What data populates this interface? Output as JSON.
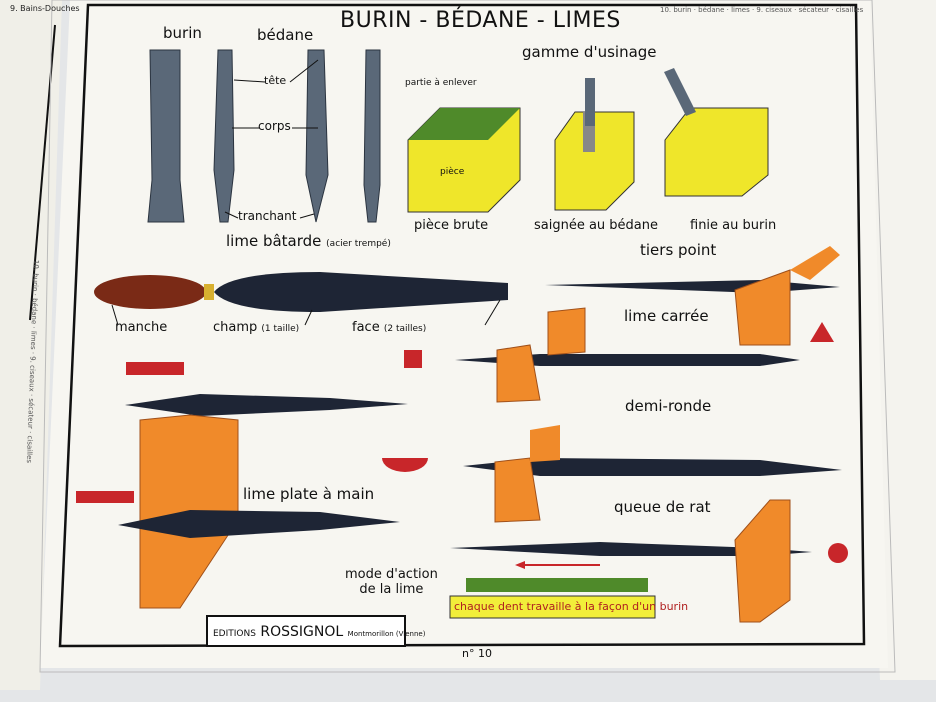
{
  "poster": {
    "title": "BURIN - BÉDANE - LIMES",
    "number": "n° 10",
    "side_strip": "10. burin · bédane · limes · 9. ciseaux · sécateur · cisailles",
    "left_poster_label": "9. Bains-Douches",
    "publisher": {
      "editions": "EDITIONS",
      "name": "ROSSIGNOL",
      "place": "Montmorillon (Vienne)"
    }
  },
  "tools": {
    "burin": "burin",
    "bedane": "bédane",
    "tete": "tête",
    "corps": "corps",
    "tranchant": "tranchant",
    "lime_batarde": "lime bâtarde",
    "acier_trempe": "(acier trempé)",
    "manche": "manche",
    "champ": "champ",
    "champ_note": "(1 taille)",
    "face": "face",
    "face_note": "(2 tailles)"
  },
  "gamme": {
    "heading": "gamme d'usinage",
    "partie": "partie à enlever",
    "piece": "pièce",
    "steps": [
      "pièce brute",
      "saignée au bédane",
      "finie au burin"
    ]
  },
  "files": {
    "tiers_point": "tiers point",
    "lime_carree": "lime carrée",
    "demi_ronde": "demi-ronde",
    "queue_de_rat": "queue de rat",
    "lime_plate": "lime plate à main",
    "mode_action_1": "mode d'action",
    "mode_action_2": "de la lime",
    "note": "chaque dent travaille à la façon d'un burin"
  },
  "colors": {
    "orange": "#f08a2a",
    "yellow": "#f2ee3a",
    "steel": "#5a6878",
    "dark": "#1e2535",
    "red": "#c8262a",
    "green": "#4f8a2a"
  }
}
